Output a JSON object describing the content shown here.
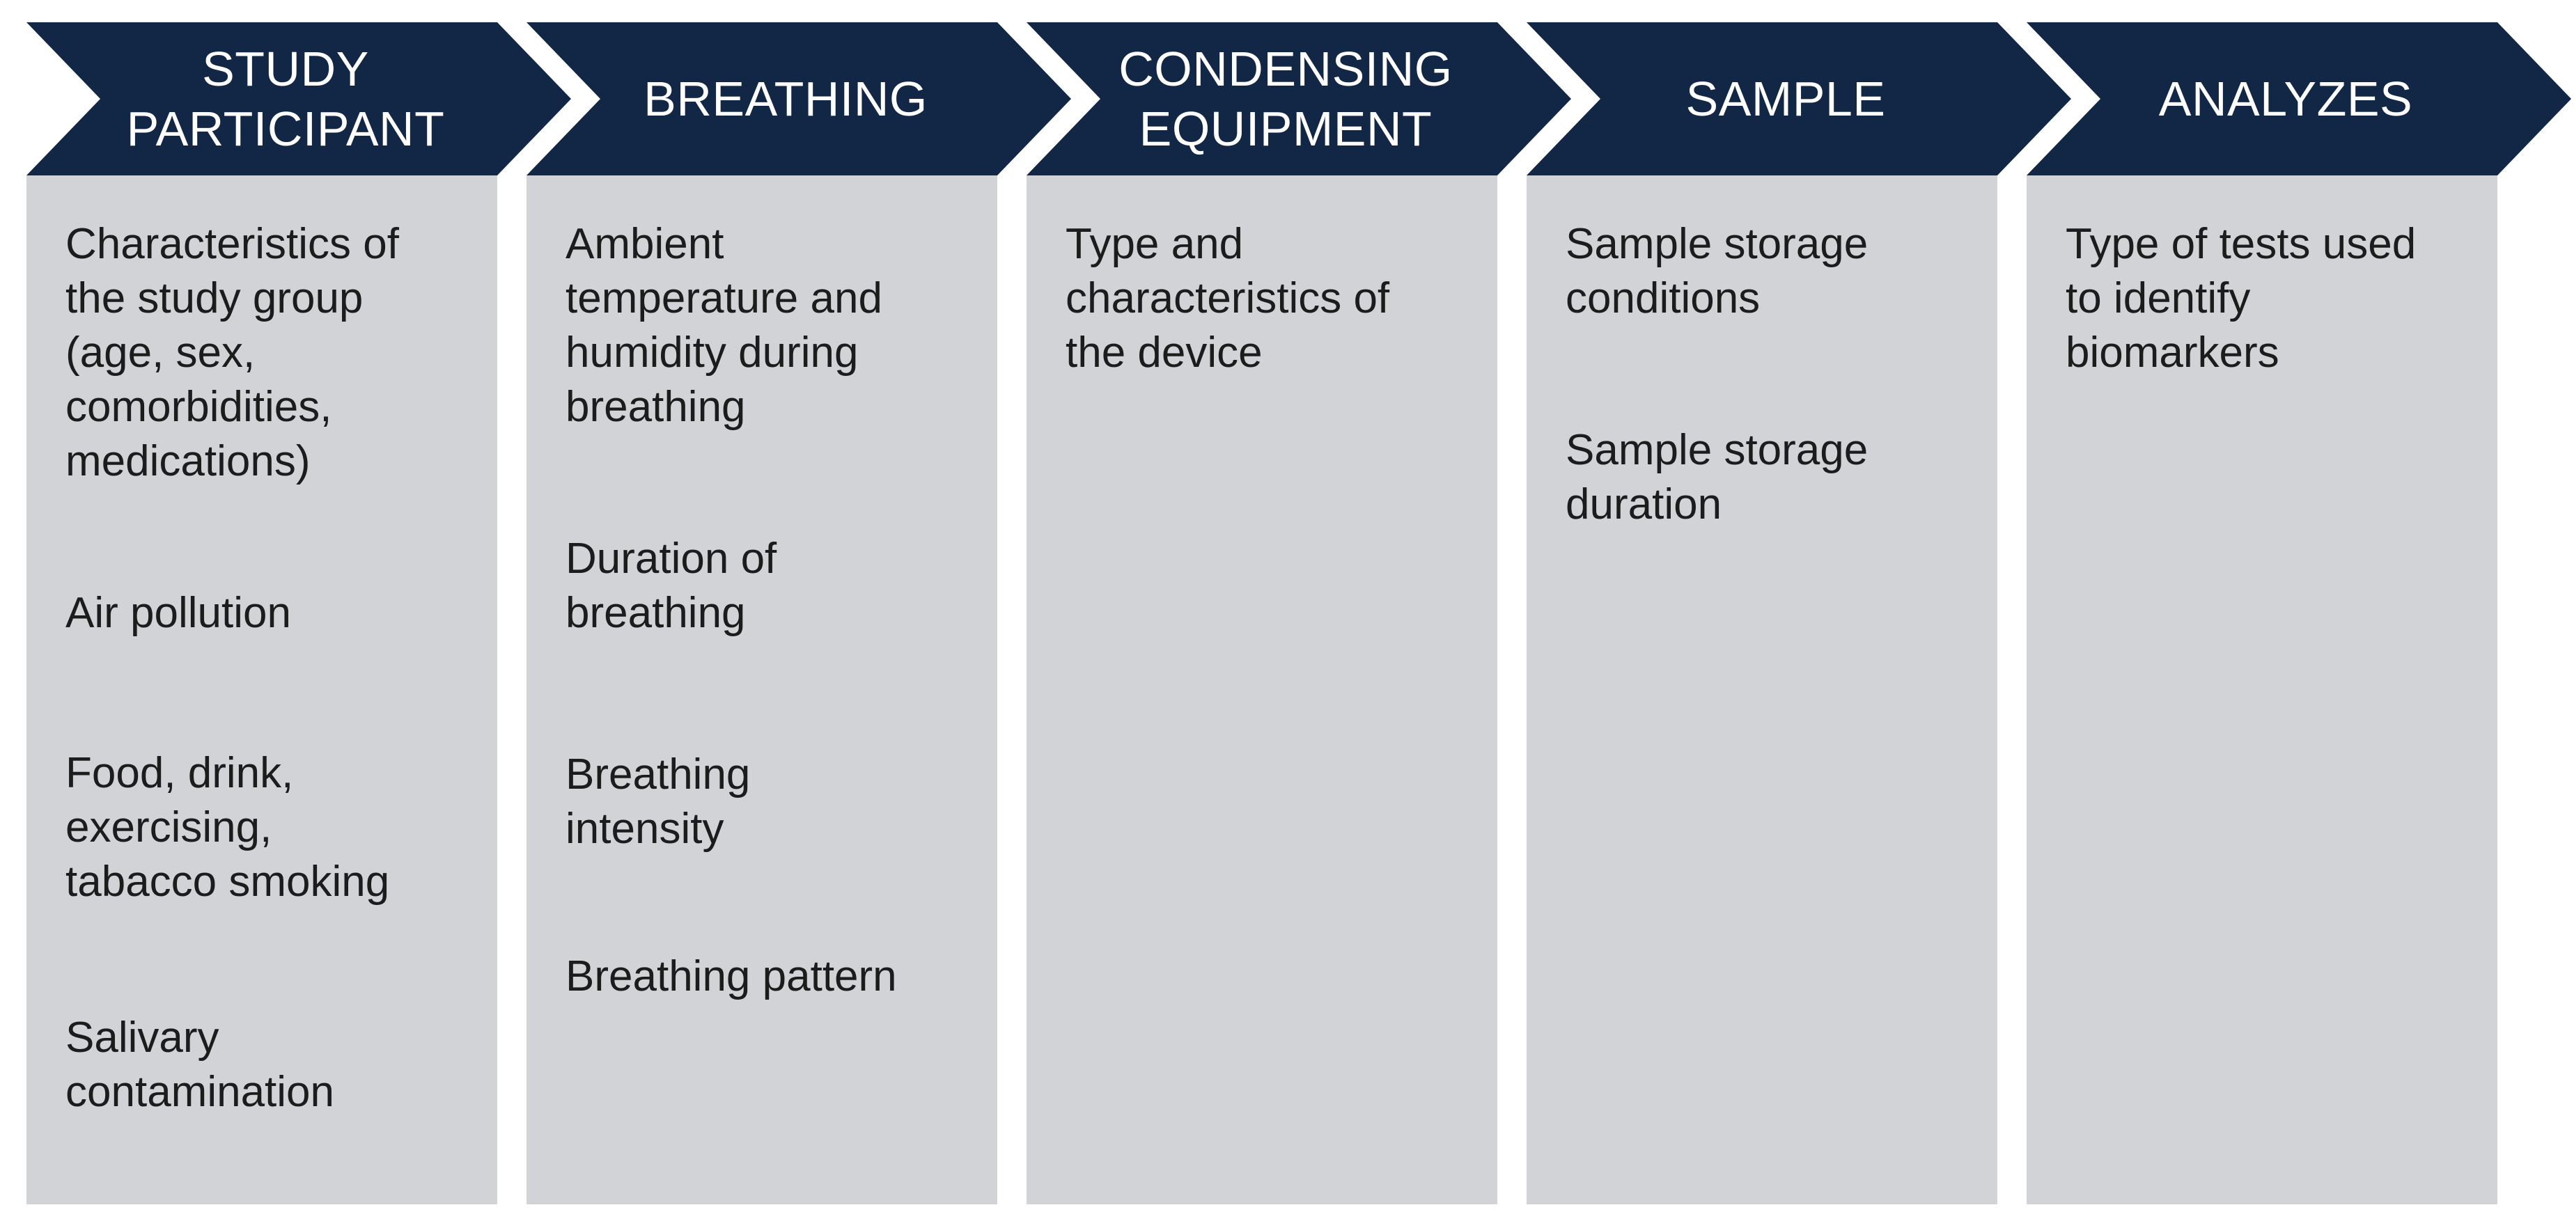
{
  "colors": {
    "header_bg": "#112745",
    "header_text": "#ffffff",
    "column_bg": "#d1d3d6",
    "body_text": "#1c1c1c"
  },
  "stages": [
    {
      "title": "STUDY\nPARTICIPANT",
      "items": [
        "Characteristics of\nthe study group\n(age, sex,\ncomorbidities,\nmedications)",
        "Air pollution",
        "Food, drink,\nexercising,\ntabacco  smoking",
        "Salivary\ncontamination"
      ]
    },
    {
      "title": "BREATHING",
      "items": [
        "Ambient\ntemperature and\nhumidity during\nbreathing",
        "Duration of\nbreathing",
        "Breathing\nintensity",
        "Breathing pattern"
      ]
    },
    {
      "title": "CONDENSING\nEQUIPMENT",
      "items": [
        "Type and\ncharacteristics of\nthe device"
      ]
    },
    {
      "title": "SAMPLE",
      "items": [
        "Sample storage\nconditions",
        "Sample storage\nduration"
      ]
    },
    {
      "title": "ANALYZES",
      "items": [
        "Type of tests used\nto identify\nbiomarkers"
      ]
    }
  ]
}
